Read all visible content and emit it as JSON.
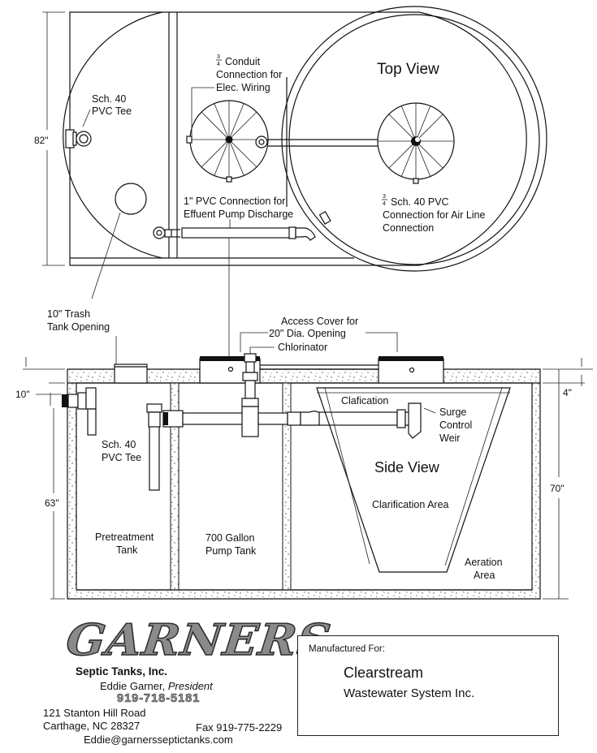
{
  "top_view": {
    "title": "Top View",
    "conduit_label": [
      "Conduit",
      "Connection for",
      "Elec. Wiring"
    ],
    "conduit_fraction": [
      "3",
      "4"
    ],
    "tee_label": [
      "Sch. 40",
      "PVC Tee"
    ],
    "width_dim": "82\"",
    "pump_label": [
      "1\" PVC Connection for",
      "Effuent Pump Discharge"
    ],
    "airline_label": [
      "Sch. 40 PVC",
      "Connection for Air Line",
      "Connection"
    ],
    "airline_fraction": [
      "3",
      "4"
    ]
  },
  "side_view": {
    "title": "Side View",
    "trash_label": [
      "10\" Trash",
      "Tank Opening"
    ],
    "access_label": [
      "Access Cover for",
      "20\" Dia. Opening"
    ],
    "chlorinator_label": "Chlorinator",
    "clarification_label": "Clafication",
    "surge_label": [
      "Surge",
      "Control",
      "Weir"
    ],
    "tee_label": [
      "Sch. 40",
      "PVC Tee"
    ],
    "clarification_area_label": "Clarification Area",
    "pretreatment_label": [
      "Pretreatment",
      "Tank"
    ],
    "pump_tank_label": [
      "700 Gallon",
      "Pump Tank"
    ],
    "aeration_label": [
      "Aeration",
      "Area"
    ],
    "dim_left_top": "10\"",
    "dim_left_main": "63\"",
    "dim_right_top": "4\"",
    "dim_right_main": "70\""
  },
  "manufacturer": {
    "label": "Manufactured For:",
    "name": "Clearstream",
    "subtitle": "Wastewater System Inc."
  },
  "company": {
    "logo_text": "GARNERS",
    "subtitle": "Septic Tanks, Inc.",
    "person": "Eddie Garner,",
    "person_title": "President",
    "phone": "919-718-5181",
    "address1": "121 Stanton Hill Road",
    "address2": "Carthage, NC 28327",
    "fax": "Fax 919-775-2229",
    "email": "Eddie@garnersseptictanks.com"
  }
}
